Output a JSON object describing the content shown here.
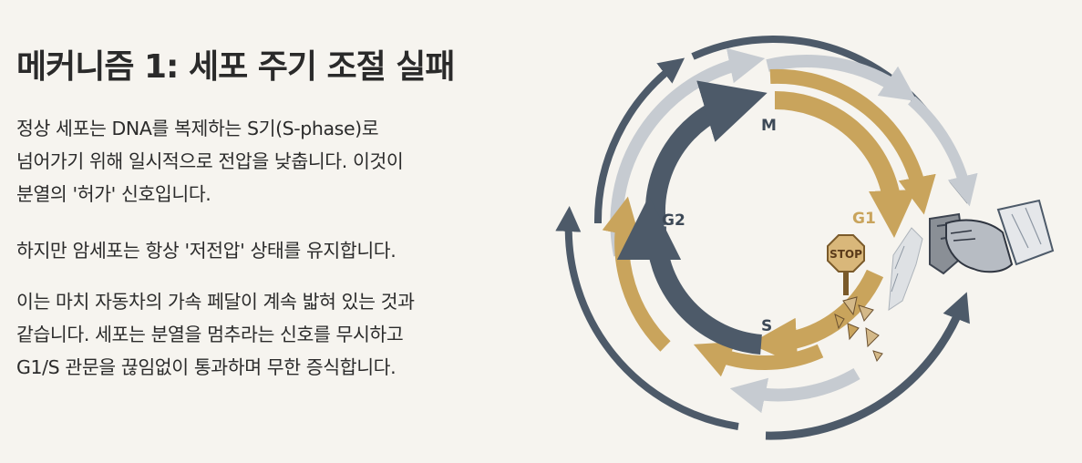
{
  "title": "메커니즘 1: 세포 주기 조절 실패",
  "paragraphs": {
    "p1": [
      "정상 세포는 DNA를 복제하는 S기(S-phase)로",
      "넘어가기 위해 일시적으로 전압을 낮춥니다. 이것이",
      "분열의 '허가' 신호입니다."
    ],
    "p2": [
      "하지만 암세포는 항상 '저전압' 상태를 유지합니다."
    ],
    "p3": [
      "이는 마치 자동차의 가속 페달이 계속 밟혀 있는 것과",
      "같습니다. 세포는 분열을 멈추라는 신호를 무시하고",
      "G1/S 관문을 끊임없이 통과하며 무한 증식합니다."
    ]
  },
  "diagram": {
    "phases": {
      "m": "M",
      "g1": "G1",
      "s": "S",
      "g2": "G2"
    },
    "stop_sign": "STOP",
    "colors": {
      "slate": "#4d5a69",
      "gold": "#c9a45c",
      "light_gray": "#c6cbd1",
      "stop_red": "#c0392b"
    }
  }
}
